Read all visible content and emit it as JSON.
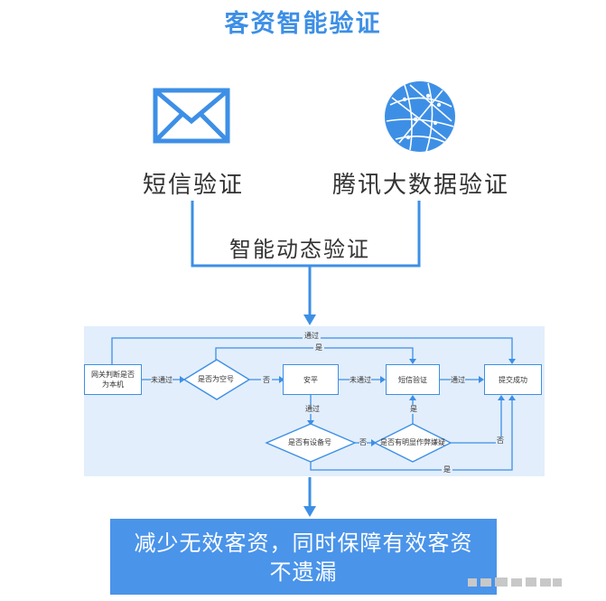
{
  "title": "客资智能验证",
  "sms_label": "短信验证",
  "tencent_label": "腾讯大数据验证",
  "dynamic_label": "智能动态验证",
  "flow": {
    "gateway": "网关判断是否为本机",
    "not_passed_1": "未通过",
    "is_empty": "是否为空号",
    "no_1": "否",
    "anping": "安平",
    "not_passed_2": "未通过",
    "sms_verify": "短信验证",
    "passed_1": "通过",
    "submit_success": "提交成功",
    "passed_top": "通过",
    "yes_top": "是",
    "passed_2": "通过",
    "has_device": "是否有设备号",
    "no_2": "否",
    "obvious_fraud": "是否有明显作弊嫌疑",
    "yes_mid": "是",
    "no_3": "否",
    "yes_bottom": "是"
  },
  "result": {
    "line1": "减少无效客资，同时保障有效客资",
    "line2": "不遗漏"
  },
  "colors": {
    "accent": "#3d8fe6",
    "panel": "#e2eefb",
    "result_bg": "#4a94ea"
  }
}
